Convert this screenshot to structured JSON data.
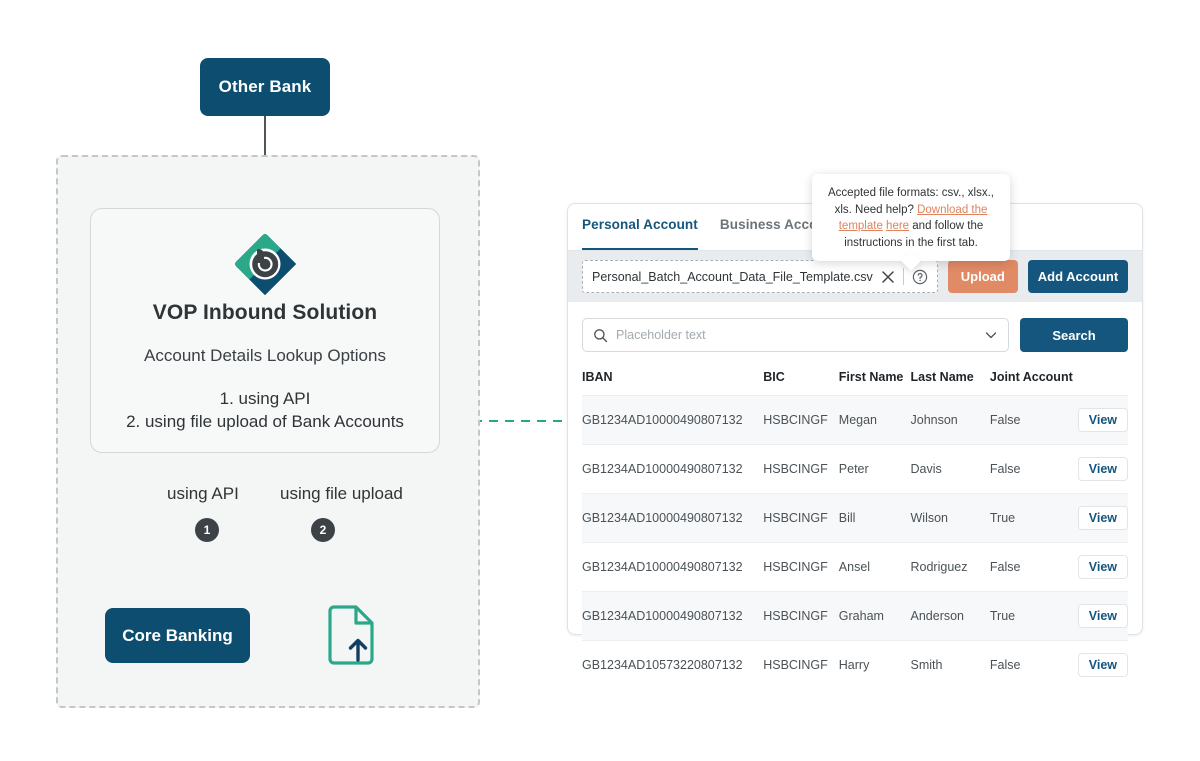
{
  "diagram": {
    "other_bank_label": "Other Bank",
    "card": {
      "title": "VOP Inbound Solution",
      "subtitle": "Account Details Lookup Options",
      "option_1": "1. using API",
      "option_2": "2. using file upload of Bank Accounts"
    },
    "branch_label_api": "using API",
    "branch_label_upload": "using file upload",
    "step_1": "1",
    "step_2": "2",
    "core_banking_label": "Core Banking",
    "colors": {
      "node_navy": "#0D4D70",
      "teal": "#2BA88A",
      "dashed_region": "#c4c7c9"
    }
  },
  "panel": {
    "tabs": [
      {
        "label": "Personal Account",
        "active": true
      },
      {
        "label": "Business Account",
        "active": false
      }
    ],
    "toolbar": {
      "file_name": "Personal_Batch_Account_Data_File_Template.csv",
      "clear_icon": "close-x-icon",
      "help_icon": "help-circle-icon",
      "upload_label": "Upload",
      "add_account_label": "Add Account",
      "upload_color": "#e08a66",
      "primary_color": "#14567e"
    },
    "search": {
      "icon": "search-icon",
      "placeholder": "Placeholder text",
      "value": "",
      "dropdown_icon": "chevron-down-icon",
      "button_label": "Search"
    },
    "table": {
      "columns": [
        "IBAN",
        "BIC",
        "First Name",
        "Last Name",
        "Joint Account",
        ""
      ],
      "action_label": "View",
      "rows": [
        {
          "iban": "GB1234AD10000490807132",
          "bic": "HSBCINGF",
          "first": "Megan",
          "last": "Johnson",
          "joint": "False",
          "action": "View"
        },
        {
          "iban": "GB1234AD10000490807132",
          "bic": "HSBCINGF",
          "first": "Peter",
          "last": "Davis",
          "joint": "False",
          "action": "View"
        },
        {
          "iban": "GB1234AD10000490807132",
          "bic": "HSBCINGF",
          "first": "Bill",
          "last": "Wilson",
          "joint": "True",
          "action": "View"
        },
        {
          "iban": "GB1234AD10000490807132",
          "bic": "HSBCINGF",
          "first": "Ansel",
          "last": "Rodriguez",
          "joint": "False",
          "action": "View"
        },
        {
          "iban": "GB1234AD10000490807132",
          "bic": "HSBCINGF",
          "first": "Graham",
          "last": "Anderson",
          "joint": "True",
          "action": "View"
        },
        {
          "iban": "GB1234AD10573220807132",
          "bic": "HSBCINGF",
          "first": "Harry",
          "last": "Smith",
          "joint": "False",
          "action": "View"
        }
      ]
    }
  },
  "tooltip": {
    "line1": "Accepted file formats: csv., xlsx., xls.",
    "line2_pre": "Need help? ",
    "link1": "Download the template",
    "link2": "here",
    "line2_post": " and follow the instructions in the first tab."
  }
}
